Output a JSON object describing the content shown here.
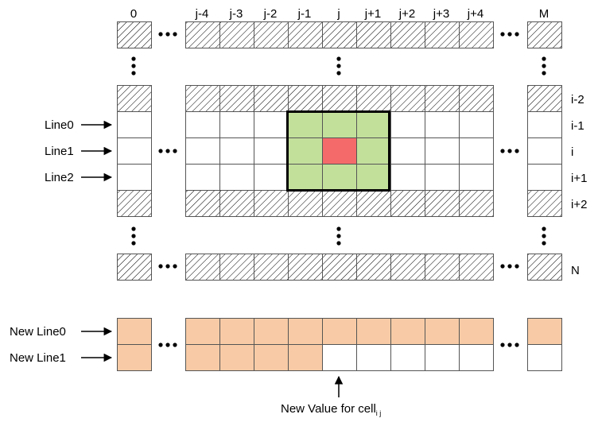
{
  "columns": {
    "left_edge": "0",
    "middle": [
      "j-4",
      "j-3",
      "j-2",
      "j-1",
      "j",
      "j+1",
      "j+2",
      "j+3",
      "j+4"
    ],
    "right_edge": "M"
  },
  "rows": {
    "labels": [
      "i-2",
      "i-1",
      "i",
      "i+1",
      "i+2"
    ],
    "last": "N"
  },
  "lines": [
    "Line0",
    "Line1",
    "Line2"
  ],
  "new_lines": [
    "New Line0",
    "New Line1"
  ],
  "new_value_caption": {
    "text": "New Value for cell",
    "subscript": "i j"
  },
  "ellipsis": "•••",
  "colors": {
    "hatch_stroke": "#000000",
    "stencil": "#c3e09b",
    "center": "#f46a6a",
    "new_value": "#f8cba6",
    "grid": "#555555"
  }
}
